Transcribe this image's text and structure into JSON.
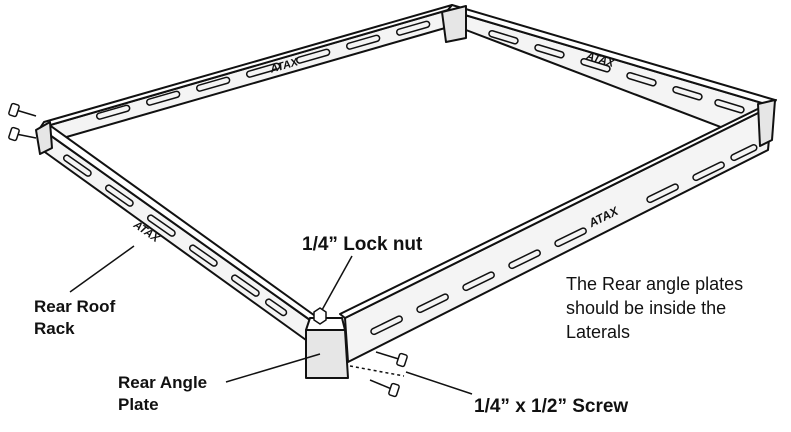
{
  "labels": {
    "lock_nut": "1/4” Lock nut",
    "screw": "1/4” x 1/2” Screw",
    "rear_roof_rack_line1": "Rear Roof",
    "rear_roof_rack_line2": "Rack",
    "rear_angle_plate_line1": "Rear Angle",
    "rear_angle_plate_line2": "Plate",
    "note_line1": "The Rear angle plates",
    "note_line2": "should be inside the",
    "note_line3": "Laterals"
  },
  "logo_text": "ATAX",
  "colors": {
    "ink": "#111111",
    "paper": "#ffffff",
    "rail_face": "#f4f4f4",
    "plate_face": "#e6e6e6"
  }
}
